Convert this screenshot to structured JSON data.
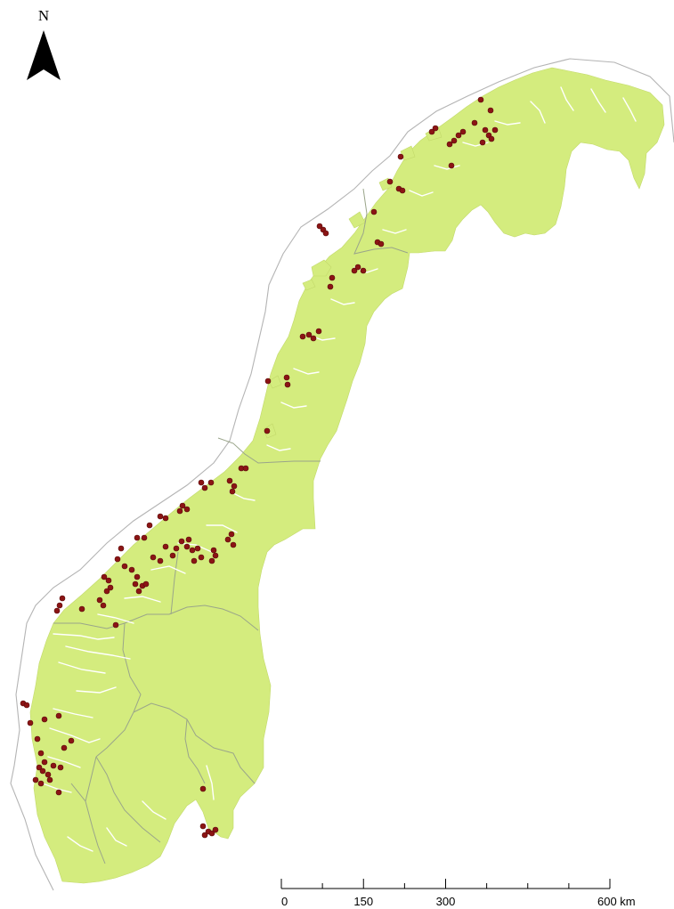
{
  "north_arrow": {
    "letter": "N"
  },
  "colors": {
    "land": "#d4ec7e",
    "coastline": "#b4b4b4",
    "points": "#8b1414",
    "background": "#ffffff"
  },
  "scale_bar": {
    "labels": [
      "0",
      "150",
      "300",
      "600 km"
    ],
    "values_km": [
      0,
      150,
      300,
      600
    ],
    "tick_step_km": 75
  }
}
